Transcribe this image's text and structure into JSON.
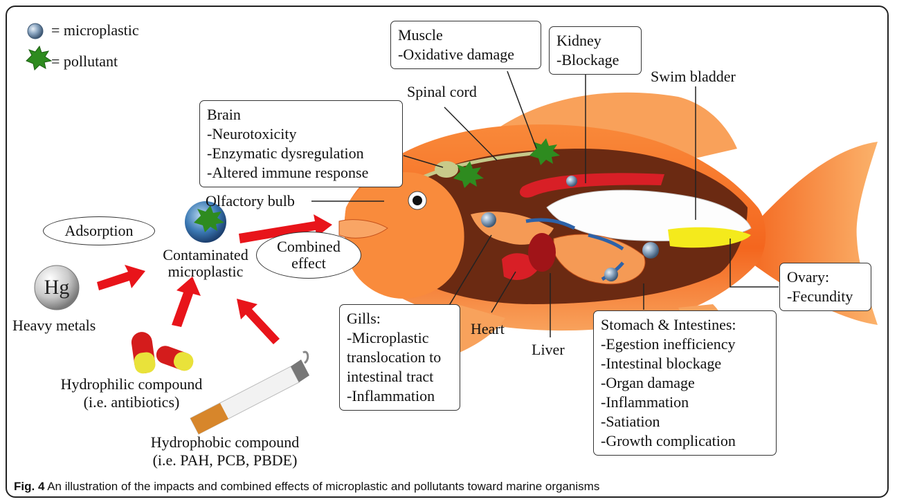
{
  "legend": {
    "microplastic": "= microplastic",
    "pollutant": "= pollutant"
  },
  "organs": {
    "muscle": {
      "title": "Muscle",
      "effects": [
        "-Oxidative damage"
      ]
    },
    "kidney": {
      "title": "Kidney",
      "effects": [
        "-Blockage"
      ]
    },
    "brain": {
      "title": "Brain",
      "effects": [
        "-Neurotoxicity",
        "-Enzymatic dysregulation",
        "-Altered immune response"
      ]
    },
    "gills": {
      "title": "Gills:",
      "effects": [
        "-Microplastic",
        "translocation to",
        "intestinal tract",
        "-Inflammation"
      ]
    },
    "ovary": {
      "title": "Ovary:",
      "effects": [
        "-Fecundity"
      ]
    },
    "stomach": {
      "title": "Stomach & Intestines:",
      "effects": [
        "-Egestion inefficiency",
        "-Intestinal blockage",
        "-Organ damage",
        "-Inflammation",
        "-Satiation",
        "-Growth complication"
      ]
    }
  },
  "labels": {
    "spinal_cord": "Spinal cord",
    "swim_bladder": "Swim bladder",
    "olfactory_bulb": "Olfactory bulb",
    "heart": "Heart",
    "liver": "Liver",
    "adsorption": "Adsorption",
    "combined_effect_1": "Combined",
    "combined_effect_2": "effect",
    "contaminated_1": "Contaminated",
    "contaminated_2": "microplastic",
    "hg_symbol": "Hg",
    "heavy_metals": "Heavy metals",
    "hydrophilic_1": "Hydrophilic compound",
    "hydrophilic_2": "(i.e. antibiotics)",
    "hydrophobic_1": "Hydrophobic compound",
    "hydrophobic_2": "(i.e. PAH, PCB, PBDE)"
  },
  "caption": {
    "prefix": "Fig. 4",
    "text": " An illustration of the impacts and combined effects of microplastic and pollutants toward marine organisms"
  },
  "colors": {
    "fish_body": "#f7742a",
    "fish_fin": "#f9a15a",
    "body_cavity": "#6b2a12",
    "arrow_red": "#e8141a",
    "pollutant_green": "#2e8b1f",
    "microplastic_blue": "#6d8fae",
    "ovary_yellow": "#f4ea1c"
  }
}
